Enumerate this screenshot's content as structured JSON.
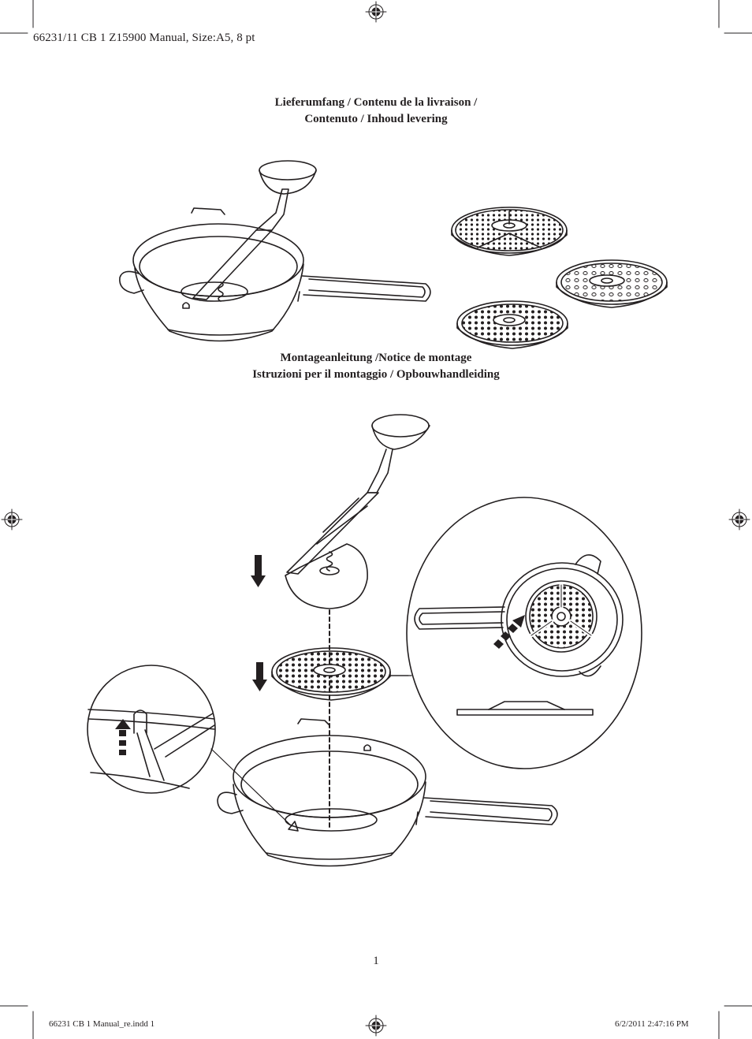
{
  "header": {
    "job_line": "66231/11 CB 1 Z15900 Manual, Size:A5, 8 pt"
  },
  "section_contents": {
    "line1": "Lieferumfang / Contenu de la livraison /",
    "line2": "Contenuto / Inhoud levering"
  },
  "section_assembly": {
    "line1": "Montageanleitung /Notice de montage",
    "line2": "Istruzioni per il montaggio / Opbouwhandleiding"
  },
  "page_number": "1",
  "footer": {
    "file": "66231 CB 1 Manual_re.indd   1",
    "timestamp": "6/2/2011   2:47:16 PM"
  },
  "colors": {
    "ink": "#231f20",
    "paper": "#ffffff"
  },
  "icons": [
    "registration-mark-icon",
    "crop-mark-icon",
    "arrow-down-icon",
    "dashed-arrow-up-icon",
    "dashed-arrow-diagonal-icon"
  ]
}
